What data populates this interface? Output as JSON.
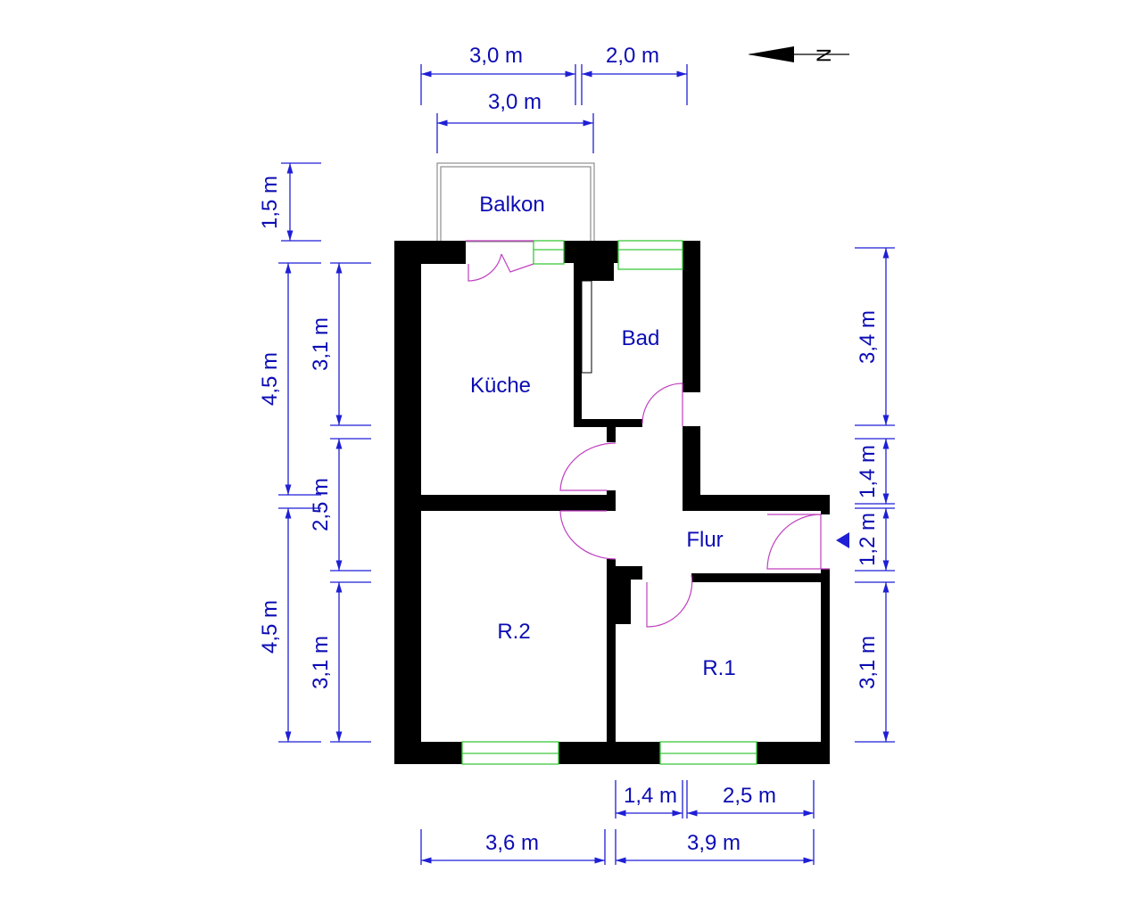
{
  "rooms": {
    "balkon": "Balkon",
    "kueche": "Küche",
    "bad": "Bad",
    "flur": "Flur",
    "r1": "R.1",
    "r2": "R.2"
  },
  "north_label": "N",
  "dimensions": {
    "top_kueche": "3,0 m",
    "top_bad": "2,0 m",
    "top_balkon": "3,0 m",
    "left_balkon": "1,5 m",
    "left_outer_upper": "4,5 m",
    "left_inner_kueche": "3,1 m",
    "left_inner_mid": "2,5 m",
    "left_outer_lower": "4,5 m",
    "left_inner_r2": "3,1 m",
    "right_bad": "3,4 m",
    "right_flur_upper": "1,4 m",
    "right_flur_door": "1,2 m",
    "right_r1": "3,1 m",
    "bottom_small": "1,4 m",
    "bottom_r1_window": "2,5 m",
    "bottom_r2": "3,6 m",
    "bottom_r1": "3,9 m"
  },
  "colors": {
    "text": "#0c0cb4",
    "dimension": "#1f1fd6",
    "door": "#c040c0",
    "window": "#3cc83c",
    "wall": "#000000"
  }
}
